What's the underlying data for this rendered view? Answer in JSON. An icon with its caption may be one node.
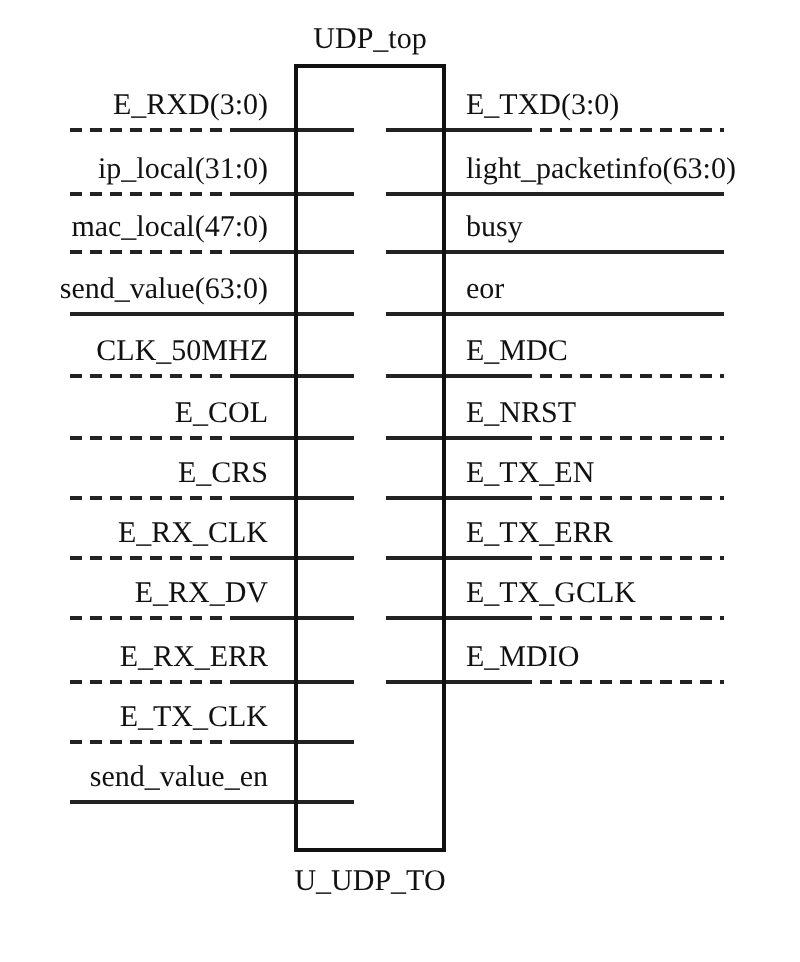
{
  "diagram": {
    "nodes": [
      {
        "text": [
          "UDP_top",
          "U_UDP_TO"
        ]
      }
    ],
    "labels": [
      "E_RXD(3:0)",
      "E_TXD(3:0)",
      "ip_local(31:0)",
      "light_packetinfo(63:0)",
      "mac_local(47:0)",
      "busy",
      "send_value(63:0)",
      "eor",
      "CLK_50MHZ",
      "E_MDC",
      "E_COL",
      "E_NRST",
      "E_CRS",
      "E_TX_EN",
      "E_RX_CLK",
      "E_TX_ERR",
      "E_RX_DV",
      "E_TX_GCLK",
      "E_RX_ERR",
      "E_MDIO",
      "E_TX_CLK",
      "send_value_en"
    ]
  }
}
